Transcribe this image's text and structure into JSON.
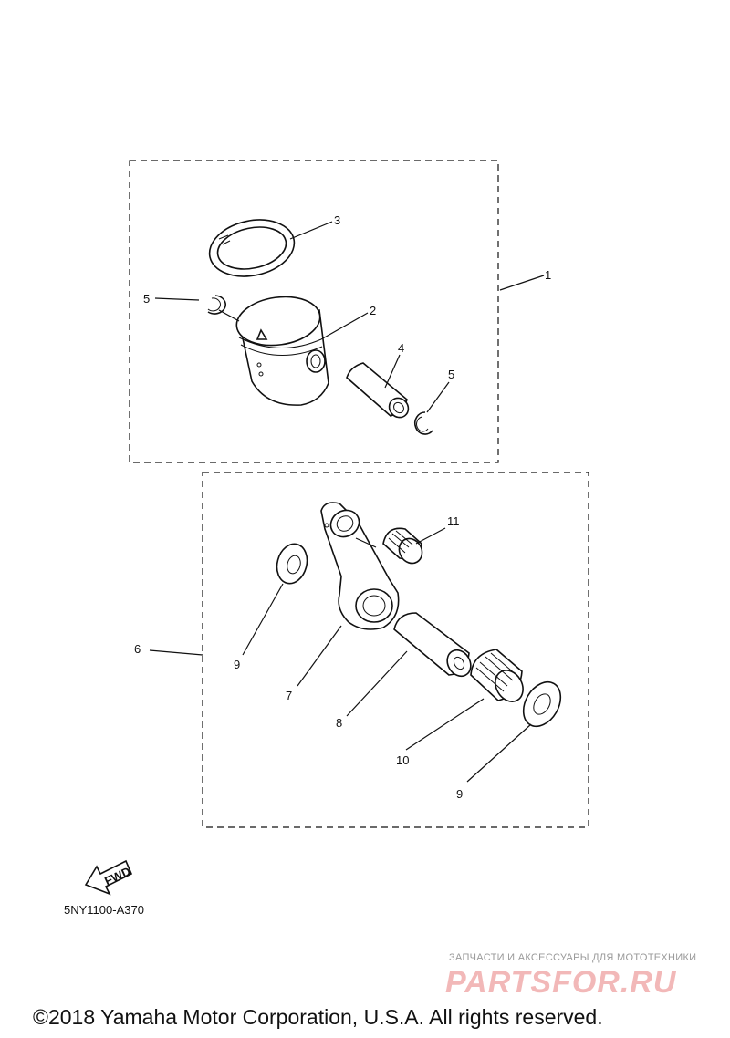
{
  "diagram": {
    "callouts": {
      "c1": "1",
      "c2": "2",
      "c3": "3",
      "c4": "4",
      "c5a": "5",
      "c5b": "5",
      "c6": "6",
      "c7": "7",
      "c8": "8",
      "c9a": "9",
      "c9b": "9",
      "c10": "10",
      "c11": "11"
    },
    "fwd_label": "FWD",
    "drawing_code": "5NY1100-A370"
  },
  "watermark": {
    "caption": "ЗАПЧАСТИ И АКСЕССУАРЫ ДЛЯ МОТОТЕХНИКИ",
    "logo": "PARTSFOR.RU"
  },
  "footer": {
    "copyright": "©2018 Yamaha Motor Corporation, U.S.A. All rights reserved."
  }
}
